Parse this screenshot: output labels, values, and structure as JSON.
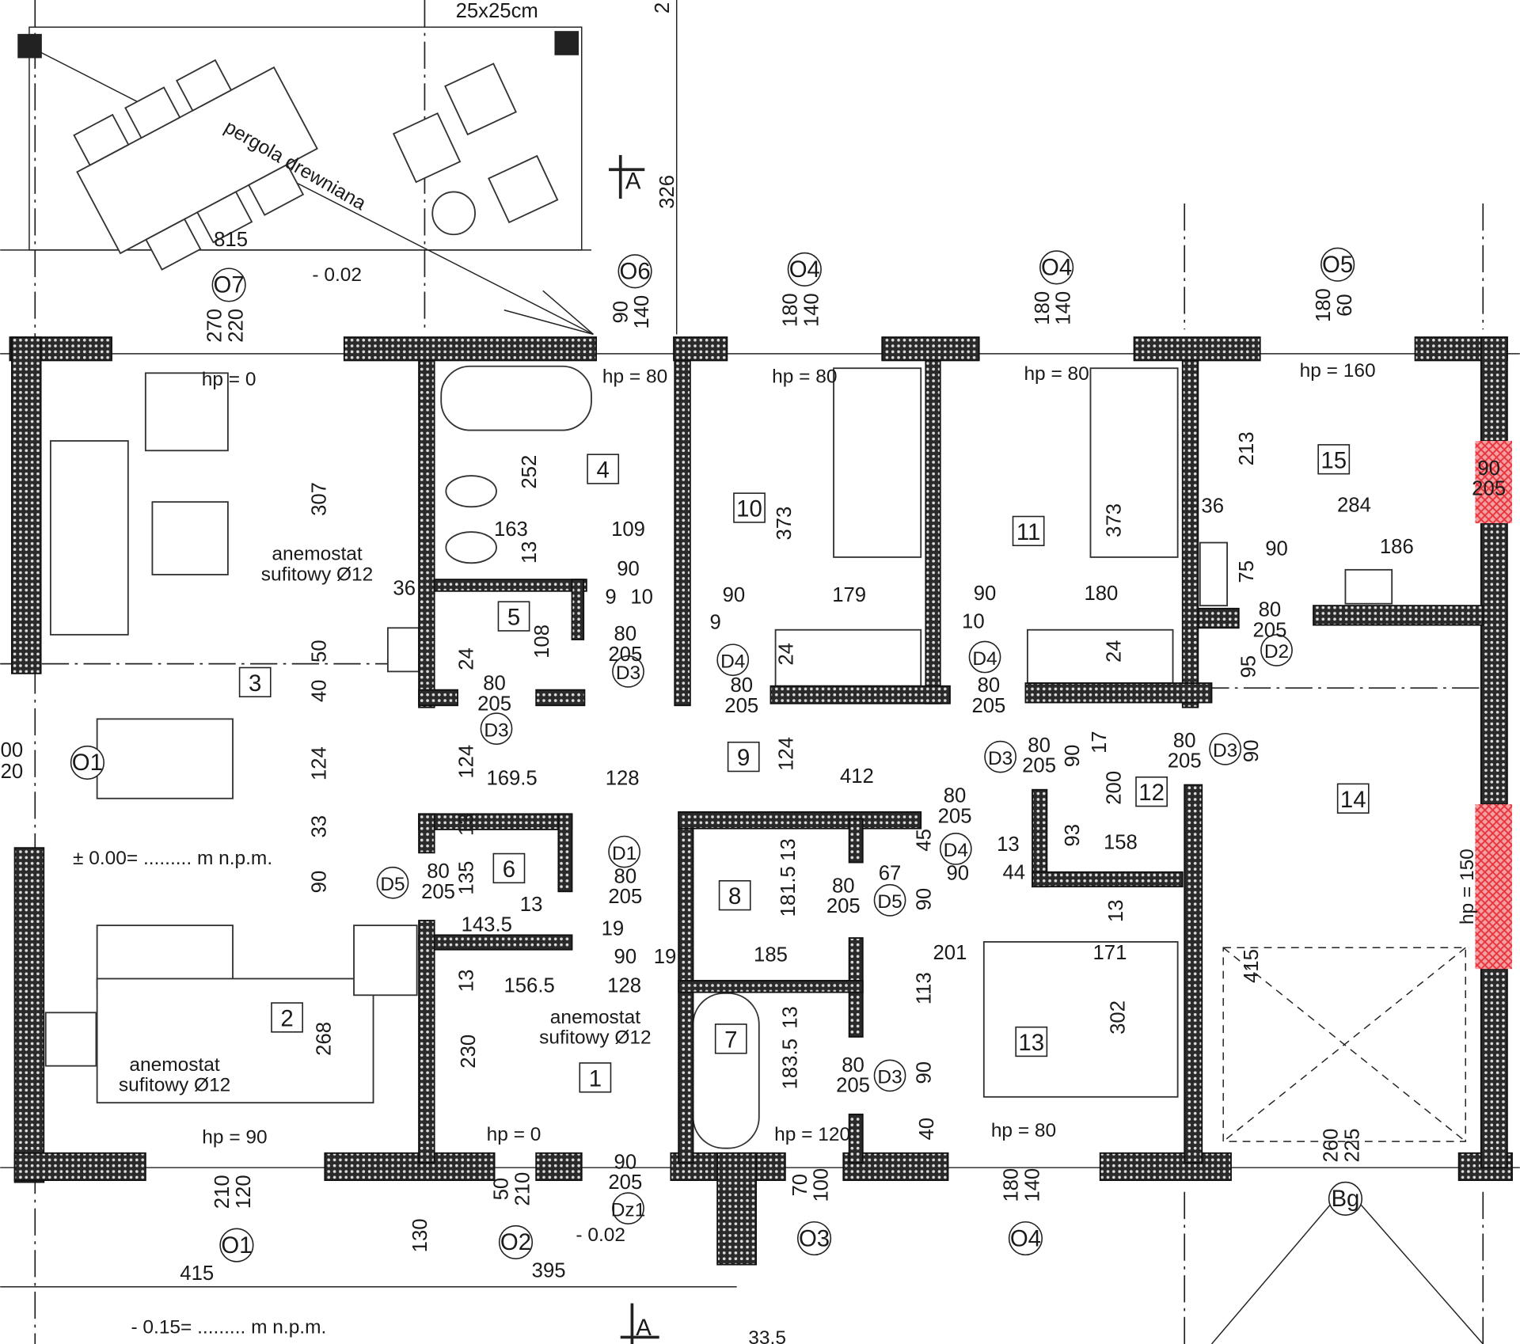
{
  "header": {
    "top_note": "25x25cm",
    "top_edge_dim": "2"
  },
  "pergola_label": "pergola drewniana",
  "section_marker": "A",
  "levels": {
    "terrace": "- 0.02",
    "entrance": "- 0.02",
    "zero": "± 0.00= ......... m n.p.m.",
    "ground": "- 0.15= ......... m n.p.m.",
    "bottom_dim": "33.5"
  },
  "anemostat": {
    "line1": "anemostat",
    "line2": "sufitowy Ø12"
  },
  "rooms": [
    "1",
    "2",
    "3",
    "4",
    "5",
    "6",
    "7",
    "8",
    "9",
    "10",
    "11",
    "12",
    "13",
    "14",
    "15"
  ],
  "dimensions": [
    "815",
    "163",
    "109",
    "90",
    "9",
    "10",
    "36",
    "90",
    "9",
    "179",
    "90",
    "10",
    "180",
    "36",
    "284",
    "90",
    "186",
    "169.5",
    "128",
    "412",
    "13",
    "143.5",
    "19",
    "90",
    "19",
    "185",
    "67",
    "201",
    "171",
    "13",
    "44",
    "90",
    "158",
    "156.5",
    "128",
    "415",
    "395"
  ],
  "vertical_dimensions": [
    "326",
    "307",
    "252",
    "13",
    "50",
    "40",
    "124",
    "33",
    "90",
    "268",
    "24",
    "108",
    "373",
    "373",
    "24",
    "24",
    "124",
    "124",
    "213",
    "75",
    "95",
    "200",
    "17",
    "90",
    "93",
    "135",
    "13",
    "13",
    "230",
    "181.5",
    "13",
    "183.5",
    "13",
    "45",
    "90",
    "113",
    "90",
    "40",
    "13",
    "302",
    "415",
    "130",
    "90"
  ],
  "windows": [
    {
      "tag": "O7",
      "dims": [
        "270",
        "220"
      ]
    },
    {
      "tag": "O6",
      "dims": [
        "90",
        "140"
      ]
    },
    {
      "tag": "O4",
      "dims": [
        "180",
        "140"
      ]
    },
    {
      "tag": "O4",
      "dims": [
        "180",
        "140"
      ]
    },
    {
      "tag": "O5",
      "dims": [
        "180",
        "60"
      ]
    },
    {
      "tag": "O1",
      "dims": [
        "210",
        "120"
      ]
    },
    {
      "tag": "O2",
      "dims": [
        "50",
        "210"
      ]
    },
    {
      "tag": "O3",
      "dims": [
        "70",
        "100"
      ]
    },
    {
      "tag": "O4",
      "dims": [
        "180",
        "140"
      ]
    },
    {
      "tag": "Bg",
      "dims": [
        "260",
        "225"
      ]
    },
    {
      "tag": "O1",
      "dims": [
        "00",
        "20"
      ]
    }
  ],
  "doors": [
    {
      "tag": "D3",
      "dims": [
        "80",
        "205"
      ]
    },
    {
      "tag": "D3",
      "dims": [
        "80",
        "205"
      ]
    },
    {
      "tag": "D4",
      "dims": [
        "80",
        "205"
      ]
    },
    {
      "tag": "D4",
      "dims": [
        "80",
        "205"
      ]
    },
    {
      "tag": "D2",
      "dims": [
        "80",
        "205"
      ]
    },
    {
      "tag": "D3",
      "dims": [
        "80",
        "205"
      ]
    },
    {
      "tag": "D3",
      "dims": [
        "80",
        "205"
      ]
    },
    {
      "tag": "D1",
      "dims": [
        "80",
        "205"
      ]
    },
    {
      "tag": "D5",
      "dims": [
        "80",
        "205"
      ]
    },
    {
      "tag": "D4",
      "dims": [
        "80",
        "205"
      ]
    },
    {
      "tag": "D5",
      "dims": [
        "80",
        "205"
      ]
    },
    {
      "tag": "D3",
      "dims": [
        "80",
        "205"
      ]
    },
    {
      "tag": "Dz1",
      "dims": [
        "90",
        "205"
      ]
    }
  ],
  "side_opening_dims": [
    "90",
    "205"
  ],
  "heights": [
    "hp = 0",
    "hp = 80",
    "hp = 80",
    "hp = 80",
    "hp = 160",
    "hp = 90",
    "hp = 0",
    "hp = 120",
    "hp = 80",
    "hp = 150"
  ],
  "colors": {
    "wall": "#2a2a2a",
    "demolition": "#e8333a",
    "line": "#222222"
  }
}
